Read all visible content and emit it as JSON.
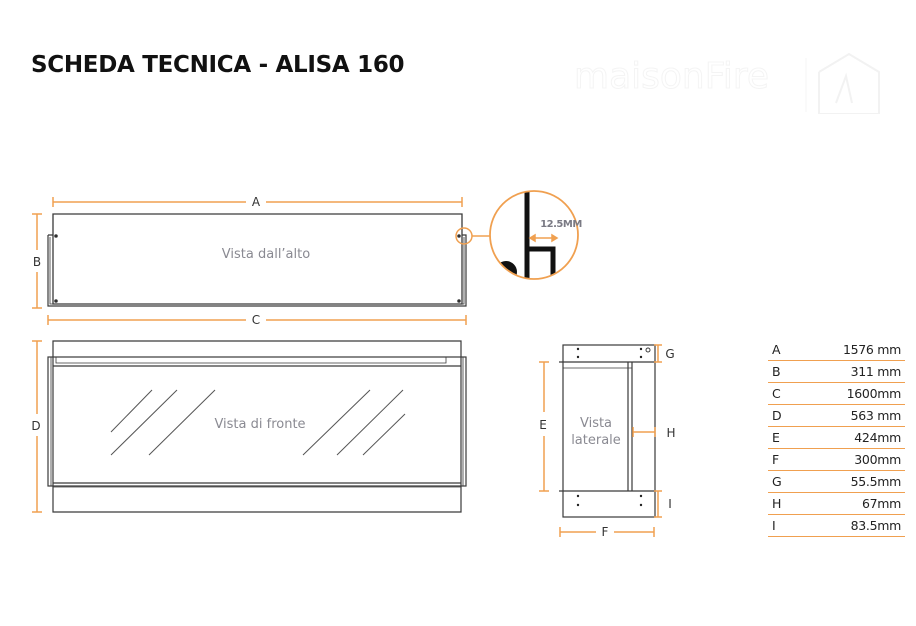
{
  "header": {
    "title": "SCHEDA TECNICA - ALISA 160",
    "brand_logo": "maisonFire",
    "brand_icon": "house-flame-icon"
  },
  "colors": {
    "accent": "#f0a050",
    "line": "#333333",
    "label_gray": "#8a8a92"
  },
  "views": {
    "top": {
      "label": "Vista dall’alto",
      "dim_width": "A",
      "dim_depth": "B",
      "dim_total": "C"
    },
    "detail": {
      "label": "12.5MM"
    },
    "front": {
      "label": "Vista di fronte",
      "dim_height": "D"
    },
    "side": {
      "label_line1": "Vista",
      "label_line2": "laterale",
      "dims": [
        "E",
        "F",
        "G",
        "H",
        "I"
      ]
    }
  },
  "specs": [
    {
      "key": "A",
      "value": "1576 mm"
    },
    {
      "key": "B",
      "value": "311 mm"
    },
    {
      "key": "C",
      "value": "1600mm"
    },
    {
      "key": "D",
      "value": "563 mm"
    },
    {
      "key": "E",
      "value": "424mm"
    },
    {
      "key": "F",
      "value": "300mm"
    },
    {
      "key": "G",
      "value": "55.5mm"
    },
    {
      "key": "H",
      "value": "67mm"
    },
    {
      "key": "I",
      "value": "83.5mm"
    }
  ]
}
